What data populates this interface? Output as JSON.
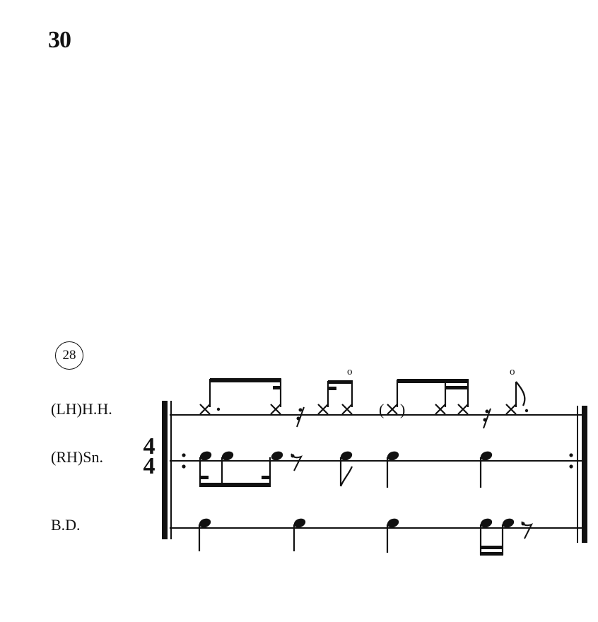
{
  "page": {
    "number": "30"
  },
  "exercise": {
    "number": "28"
  },
  "staves": [
    {
      "id": "hh",
      "label": "(LH)H.H."
    },
    {
      "id": "sn",
      "label": "(RH)Sn."
    },
    {
      "id": "bd",
      "label": "B.D."
    }
  ],
  "time_signature": {
    "numerator": "4",
    "denominator": "4"
  },
  "annotations": {
    "hh_open_mark": "o",
    "hh_parenthesized_note": "(X)"
  },
  "repeat": {
    "start": true,
    "end": true
  }
}
